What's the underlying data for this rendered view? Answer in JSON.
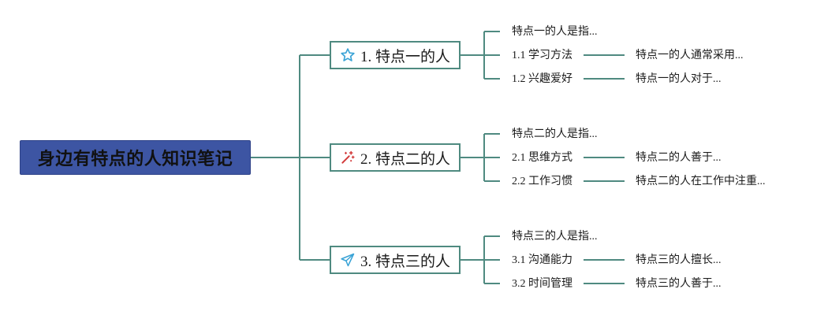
{
  "root": {
    "title": "身边有特点的人知识笔记"
  },
  "branches": [
    {
      "title": "1. 特点一的人",
      "icon": "star-icon",
      "intro": "特点一的人是指...",
      "subs": [
        {
          "label": "1.1 学习方法",
          "detail": "特点一的人通常采用..."
        },
        {
          "label": "1.2 兴趣爱好",
          "detail": "特点一的人对于..."
        }
      ]
    },
    {
      "title": "2. 特点二的人",
      "icon": "magic-wand-icon",
      "intro": "特点二的人是指...",
      "subs": [
        {
          "label": "2.1 思维方式",
          "detail": "特点二的人善于..."
        },
        {
          "label": "2.2 工作习惯",
          "detail": "特点二的人在工作中注重..."
        }
      ]
    },
    {
      "title": "3. 特点三的人",
      "icon": "paper-plane-icon",
      "intro": "特点三的人是指...",
      "subs": [
        {
          "label": "3.1 沟通能力",
          "detail": "特点三的人擅长..."
        },
        {
          "label": "3.2 时间管理",
          "detail": "特点三的人善于..."
        }
      ]
    }
  ],
  "colors": {
    "connector": "#4f8a80",
    "root_fill": "#3d55a3",
    "star_icon": "#3aa3d6",
    "wand_icon": "#d23a3a",
    "plane_icon": "#3aa3d6"
  }
}
